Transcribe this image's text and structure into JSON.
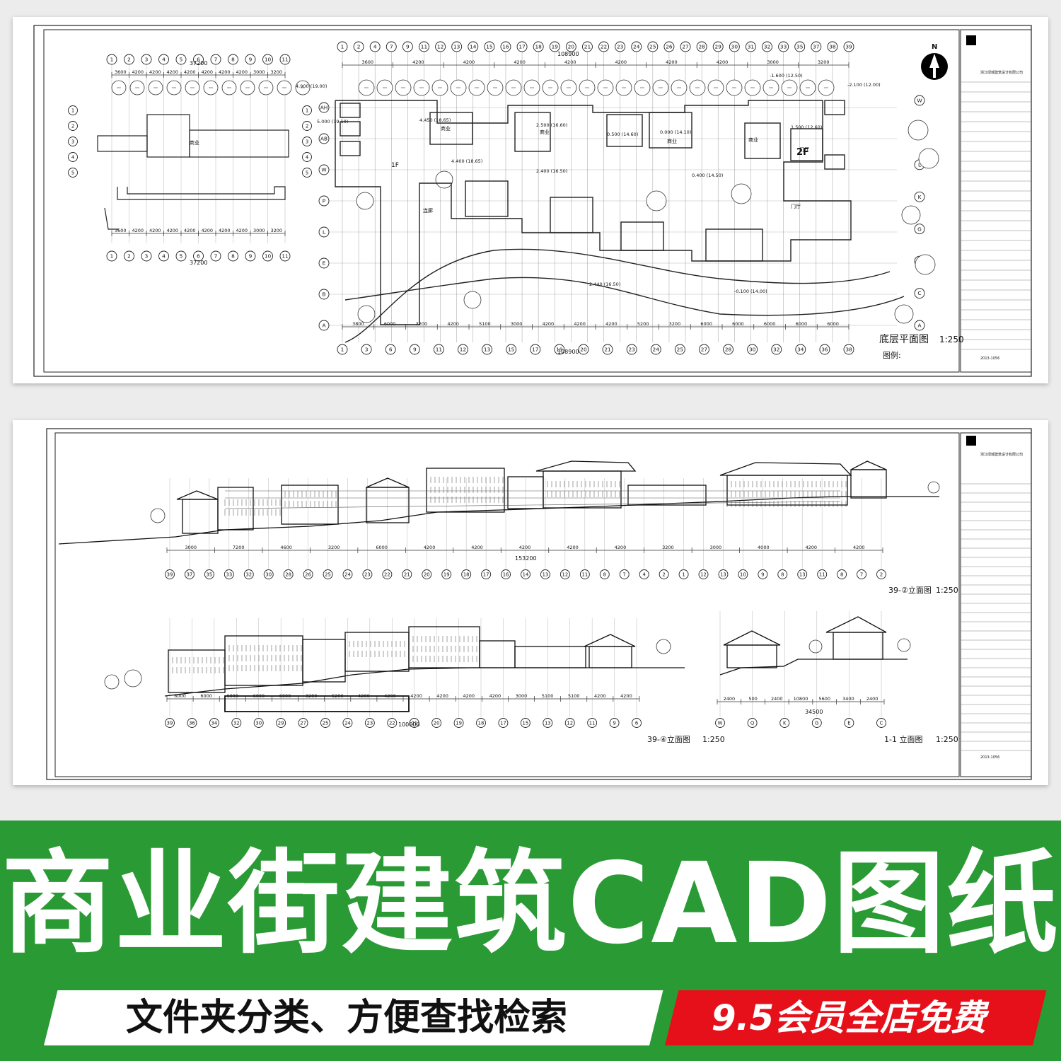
{
  "plan_sheet": {
    "title": "底层平面图",
    "scale": "1:250",
    "legend_label": "图例:",
    "north_label": "N",
    "total_width_dim": "108900",
    "left_total_dim": "37200",
    "label_2f": "2F",
    "label_1f": "1F",
    "elevation_labels": [
      "4.900 (19.00)",
      "5.000 (19.10)",
      "4.450 (18.65)",
      "2.500 (16.60)",
      "0.500 (14.60)",
      "0.000 (14.10)",
      "1.500 (12.60)",
      "-1.600 (12.50)",
      "-2.100 (12.00)",
      "2.440 (16.50)",
      "-0.100 (14.00)",
      "0.400 (14.50)",
      "2.400 (16.50)",
      "4.400 (18.65)"
    ],
    "room_labels": [
      "商业",
      "商业",
      "商业",
      "商业",
      "商业",
      "门厅",
      "门厅",
      "连廊"
    ],
    "top_axis_labels": [
      "1",
      "2",
      "4",
      "7",
      "9",
      "11",
      "12",
      "13",
      "14",
      "15",
      "16",
      "17",
      "18",
      "19",
      "20",
      "21",
      "22",
      "23",
      "24",
      "25",
      "26",
      "27",
      "28",
      "29",
      "30",
      "31",
      "32",
      "33",
      "35",
      "37",
      "38",
      "39"
    ],
    "bottom_axis_labels": [
      "1",
      "3",
      "6",
      "9",
      "11",
      "12",
      "13",
      "15",
      "17",
      "19",
      "20",
      "21",
      "23",
      "24",
      "25",
      "27",
      "28",
      "30",
      "32",
      "34",
      "36",
      "38"
    ],
    "left_axis_labels": [
      "AH",
      "AB",
      "W",
      "P",
      "L",
      "E",
      "B",
      "A"
    ],
    "right_axis_labels": [
      "W",
      "Q",
      "L",
      "K",
      "G",
      "E",
      "C",
      "A"
    ],
    "left_block_top_labels": [
      "1",
      "2",
      "3",
      "4",
      "5",
      "6",
      "7",
      "8",
      "9",
      "10",
      "11"
    ],
    "dims_top": [
      "3600",
      "4200",
      "4200",
      "4200",
      "4200",
      "4200",
      "4200",
      "4200",
      "3000",
      "3200"
    ],
    "dims_bottom": [
      "3800",
      "6000",
      "3200",
      "4200",
      "5100",
      "3000",
      "4200",
      "4200",
      "4200",
      "5200",
      "3200",
      "6000",
      "6000",
      "6000",
      "6000",
      "6000"
    ]
  },
  "elevation_sheet": {
    "elevation_1_title": "39-②立面图",
    "elevation_1_scale": "1:250",
    "elevation_1_total": "153200",
    "elevation_2_title": "39-④立面图",
    "elevation_2_scale": "1:250",
    "elevation_2_total": "100600",
    "section_title": "1-1 立面图",
    "section_scale": "1:250",
    "section_total": "34500",
    "elev1_axis_labels": [
      "39",
      "37",
      "35",
      "33",
      "32",
      "30",
      "28",
      "26",
      "25",
      "24",
      "23",
      "22",
      "21",
      "20",
      "19",
      "18",
      "17",
      "16",
      "14",
      "13",
      "12",
      "11",
      "8",
      "7",
      "4",
      "2",
      "1",
      "12",
      "13",
      "10",
      "9",
      "8",
      "13",
      "11",
      "8",
      "7",
      "2"
    ],
    "elev2_axis_labels": [
      "39",
      "36",
      "34",
      "32",
      "30",
      "29",
      "27",
      "25",
      "24",
      "23",
      "22",
      "21",
      "20",
      "19",
      "18",
      "17",
      "15",
      "13",
      "12",
      "11",
      "9",
      "6"
    ],
    "section_axis_labels": [
      "W",
      "Q",
      "K",
      "G",
      "E",
      "C"
    ],
    "elev1_dims": [
      "3000",
      "7200",
      "4600",
      "3200",
      "6000",
      "4200",
      "4200",
      "4200",
      "4200",
      "4200",
      "3200",
      "3000",
      "4000",
      "4200",
      "4200"
    ],
    "elev2_dims": [
      "6000",
      "6000",
      "6000",
      "6000",
      "6000",
      "3200",
      "5200",
      "4200",
      "4200",
      "4200",
      "4200",
      "4200",
      "4200",
      "3000",
      "5100",
      "5100",
      "4200",
      "4200"
    ],
    "section_dims": [
      "2400",
      "500",
      "2400",
      "10800",
      "5600",
      "3400",
      "2400"
    ]
  },
  "title_block": {
    "company": "浙江绿城建筑设计有限公司",
    "project_no": "2013-1056"
  },
  "banner": {
    "headline": "商业街建筑CAD图纸",
    "sub_left": "文件夹分类、方便查找检索",
    "sub_right": "9.5会员全店免费",
    "bg_color": "#2a9a35",
    "accent_red": "#e6101a"
  }
}
